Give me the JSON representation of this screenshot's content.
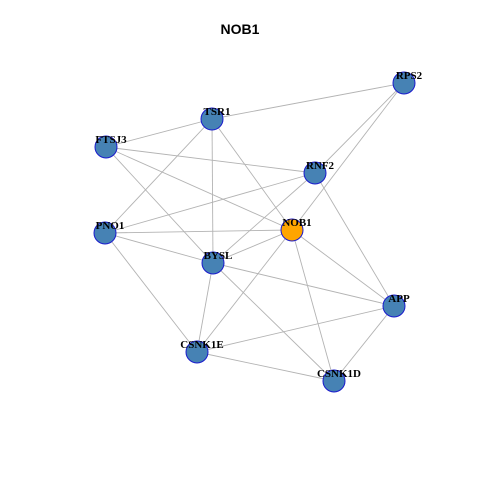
{
  "title": "NOB1",
  "colors": {
    "default_node": "#4682B4",
    "node_border": "#1a1acd",
    "highlight_node": "#FFA500",
    "edge": "#b3b3b3"
  },
  "nodes": [
    {
      "id": "NOB1",
      "highlight": true
    },
    {
      "id": "RPS2"
    },
    {
      "id": "TSR1"
    },
    {
      "id": "FTSJ3"
    },
    {
      "id": "RNF2"
    },
    {
      "id": "PNO1"
    },
    {
      "id": "BYSL"
    },
    {
      "id": "APP"
    },
    {
      "id": "CSNK1E"
    },
    {
      "id": "CSNK1D"
    }
  ],
  "edges": [
    [
      "TSR1",
      "RPS2"
    ],
    [
      "FTSJ3",
      "TSR1"
    ],
    [
      "FTSJ3",
      "RNF2"
    ],
    [
      "FTSJ3",
      "NOB1"
    ],
    [
      "FTSJ3",
      "BYSL"
    ],
    [
      "TSR1",
      "PNO1"
    ],
    [
      "TSR1",
      "BYSL"
    ],
    [
      "TSR1",
      "NOB1"
    ],
    [
      "RPS2",
      "RNF2"
    ],
    [
      "RPS2",
      "NOB1"
    ],
    [
      "RNF2",
      "PNO1"
    ],
    [
      "RNF2",
      "BYSL"
    ],
    [
      "RNF2",
      "APP"
    ],
    [
      "PNO1",
      "NOB1"
    ],
    [
      "PNO1",
      "BYSL"
    ],
    [
      "PNO1",
      "CSNK1E"
    ],
    [
      "NOB1",
      "BYSL"
    ],
    [
      "NOB1",
      "APP"
    ],
    [
      "NOB1",
      "CSNK1E"
    ],
    [
      "NOB1",
      "CSNK1D"
    ],
    [
      "BYSL",
      "APP"
    ],
    [
      "BYSL",
      "CSNK1E"
    ],
    [
      "BYSL",
      "CSNK1D"
    ],
    [
      "APP",
      "CSNK1E"
    ],
    [
      "APP",
      "CSNK1D"
    ],
    [
      "CSNK1E",
      "CSNK1D"
    ]
  ]
}
